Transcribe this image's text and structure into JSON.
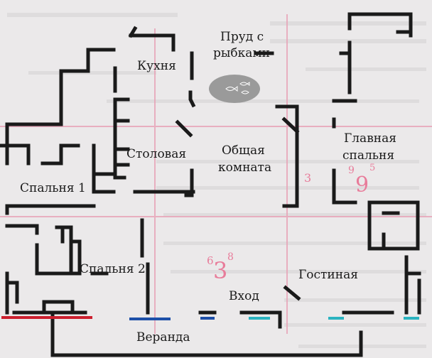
{
  "plan": {
    "rooms": [
      {
        "id": "kitchen",
        "label": "Кухня"
      },
      {
        "id": "pond-line1",
        "label": "Пруд с"
      },
      {
        "id": "pond-line2",
        "label": "рыбками"
      },
      {
        "id": "dining",
        "label": "Столовая"
      },
      {
        "id": "common-line1",
        "label": "Общая"
      },
      {
        "id": "common-line2",
        "label": "комната"
      },
      {
        "id": "master-line1",
        "label": "Главная"
      },
      {
        "id": "master-line2",
        "label": "спальня"
      },
      {
        "id": "bedroom1",
        "label": "Спальня 1"
      },
      {
        "id": "bedroom2",
        "label": "Спальня 2"
      },
      {
        "id": "living",
        "label": "Гостиная"
      },
      {
        "id": "entrance",
        "label": "Вход"
      },
      {
        "id": "veranda",
        "label": "Веранда"
      }
    ],
    "grid_numbers": [
      {
        "id": "n3-small",
        "text": "3"
      },
      {
        "id": "n9-small",
        "text": "9"
      },
      {
        "id": "n5-small",
        "text": "5"
      },
      {
        "id": "n9-big",
        "text": "9"
      },
      {
        "id": "n6-small",
        "text": "6"
      },
      {
        "id": "n8-small",
        "text": "8"
      },
      {
        "id": "n3-big",
        "text": "3"
      }
    ],
    "colors": {
      "wall": "#1a1a1a",
      "grid_line": "#e8a4b8",
      "pond": "#9a9a9a",
      "door_red": "#cc1f2e",
      "door_blue": "#1d4fa8",
      "door_cyan": "#2bb3c0",
      "number": "#e87c9a"
    }
  }
}
